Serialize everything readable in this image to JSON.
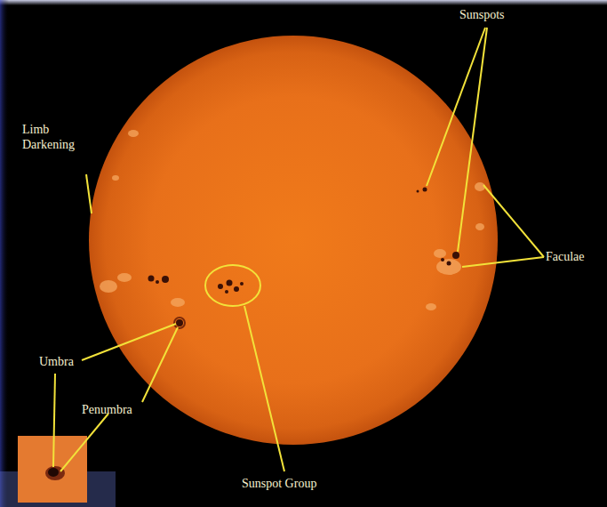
{
  "diagram": {
    "labels": [
      "Sunspots",
      "Limb Darkening",
      "Faculae",
      "Umbra",
      "Penumbra",
      "Sunspot Group"
    ]
  }
}
